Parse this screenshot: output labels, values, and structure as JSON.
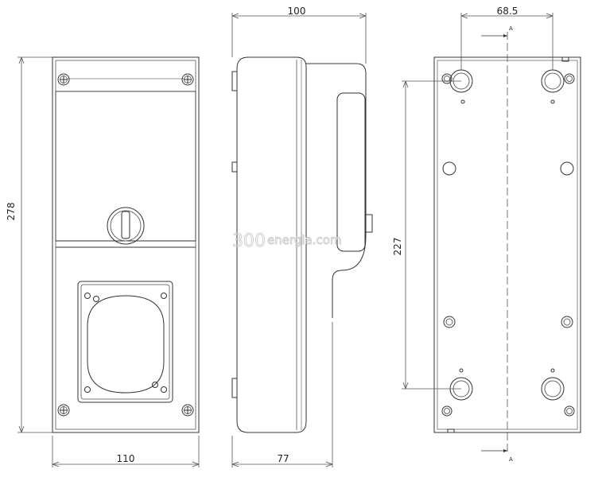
{
  "dimensions": {
    "front_height": "278",
    "front_width": "110",
    "side_width": "100",
    "side_depth": "77",
    "back_hole_spacing": "68.5",
    "back_hole_vertical": "227"
  },
  "section_marks": {
    "top": "A",
    "bottom": "A"
  },
  "watermark": {
    "part1": "300",
    "part2": "energia.com"
  }
}
